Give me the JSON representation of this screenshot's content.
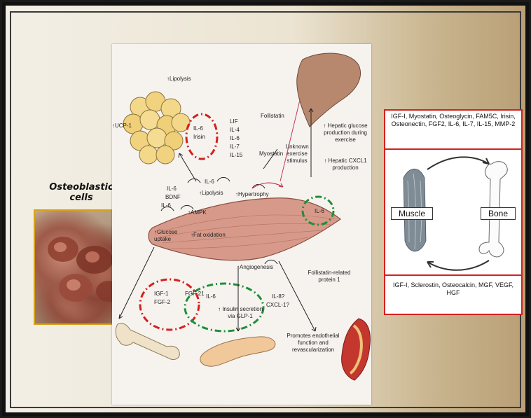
{
  "left": {
    "title": "Osteoblastic cells"
  },
  "diagram": {
    "adipose_lipolysis": "↑Lipolysis",
    "adipose_ucp1": "↑UCP-1",
    "il6_irisin_circle": [
      "IL-6",
      "Irisin"
    ],
    "myokines_list": [
      "LIF",
      "IL-4",
      "IL-6",
      "IL-7",
      "IL-15"
    ],
    "follistatin": "Follistatin",
    "myostatin": "Myostatin",
    "unknown_stimulus": "Unknown exercise stimulus",
    "hepatic_glucose": "↑ Hepatic glucose production during exercise",
    "hepatic_cxcl1": "↑ Hepatic CXCL1 production",
    "liver_il6": "IL-6",
    "il6_bdnf": [
      "IL-6",
      "BDNF"
    ],
    "il6_a": "IL-6",
    "il6_b": "IL-6",
    "lipolysis_muscle": "↑Lipolysis",
    "hypertrophy": "↑Hypertrophy",
    "ampk": "↑AMPK",
    "glucose_uptake": "↑Glucose uptake",
    "fat_oxidation": "↑Fat oxidation",
    "angiogenesis": "↑Angiogenesis",
    "follistatin_related": "Follistatin-related protein 1",
    "igf_fgf": [
      "IGF-1",
      "FGF-2"
    ],
    "fgf21": "FGF-21",
    "il6_c": "IL-6",
    "insulin_secretion": "↑ Insulin secretion via GLP-1",
    "il8_cxcl1": [
      "IL-8?",
      "CXCL-1?"
    ],
    "endothelial": "Promotes endothelial function and revascularization"
  },
  "right": {
    "top_box": "IGF-I, Myostatin, Osteoglycin, FAM5C, Irisin, Osteonectin, FGF2, IL-6, IL-7, IL-15, MMP-2",
    "muscle_label": "Muscle",
    "bone_label": "Bone",
    "bottom_box": "IGF-I, Sclerostin, Osteocalcin, MGF, VEGF, HGF"
  }
}
